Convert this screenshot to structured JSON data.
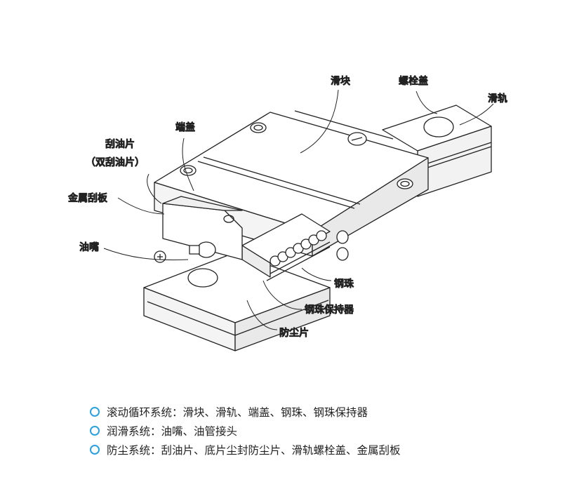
{
  "labels": {
    "slider_block": "滑块",
    "bolt_cap": "螺栓盖",
    "rail": "滑轨",
    "end_cap": "端盖",
    "scraper": "刮油片",
    "double_scraper": "（双刮油片）",
    "metal_scraper": "金属刮板",
    "grease_nipple": "油嘴",
    "steel_ball": "钢珠",
    "ball_retainer": "钢珠保持器",
    "dust_seal": "防尘片"
  },
  "legend": [
    {
      "text": "滚动循环系统：滑块、滑轨、端盖、钢珠、钢珠保持器"
    },
    {
      "text": "润滑系统：油嘴、油管接头"
    },
    {
      "text": "防尘系统：刮油片、底片尘封防尘片、滑轨螺栓盖、金属刮板"
    }
  ],
  "colors": {
    "bullet": "#2aa0de",
    "line": "#222222",
    "fill": "#ffffff",
    "shade": "#e6e6e6"
  }
}
